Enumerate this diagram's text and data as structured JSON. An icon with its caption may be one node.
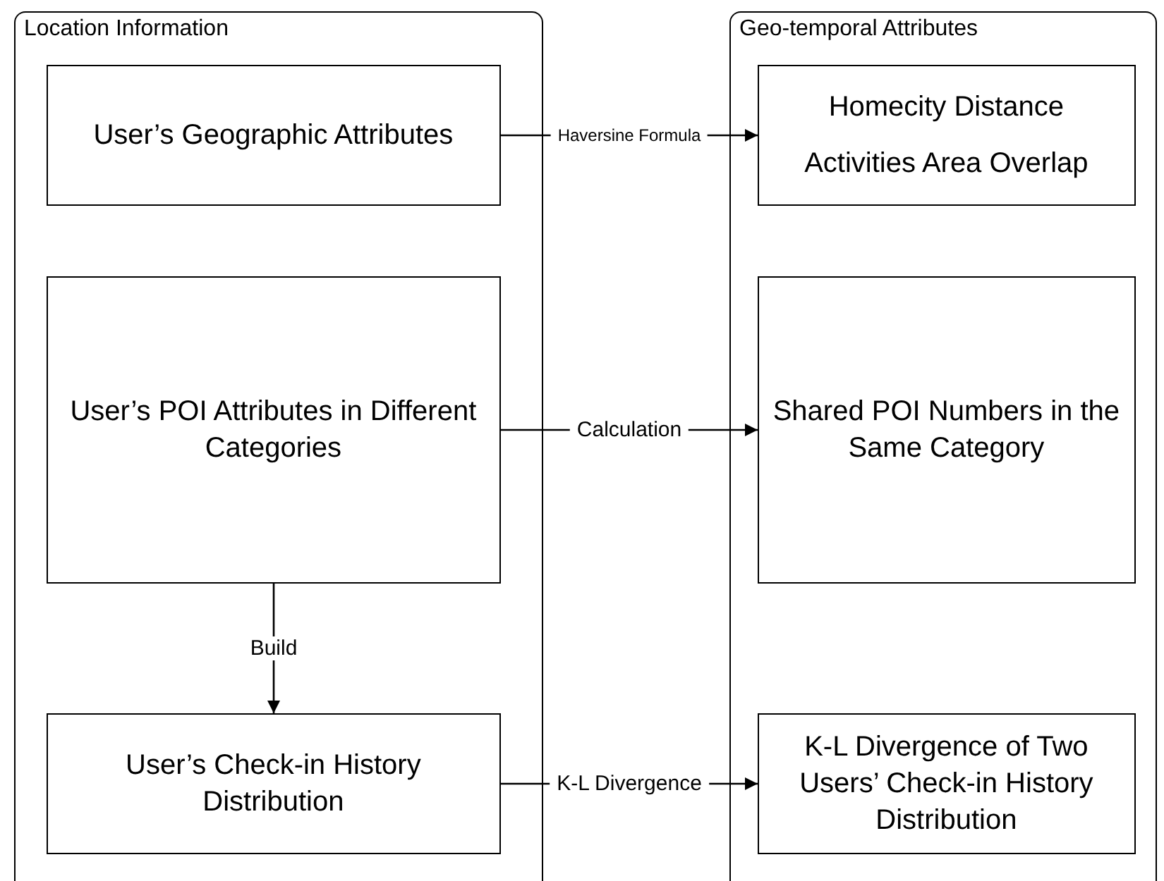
{
  "diagram": {
    "nodes": [
      {
        "text": [
          "Location Information"
        ]
      },
      {
        "text": [
          "User’s Geographic Attributes"
        ],
        "in": 0
      },
      {
        "text": [
          "User’s POI Attributes in Different Categories"
        ],
        "in": 0
      },
      {
        "text": [
          "User’s Check-in History Distribution"
        ],
        "in": 0
      },
      {
        "text": [
          "Geo-temporal Attributes"
        ]
      },
      {
        "text": [
          "Homecity Distance",
          "Activities Area Overlap"
        ],
        "in": 4
      },
      {
        "text": [
          "Shared POI Numbers in the Same Category"
        ],
        "in": 4
      },
      {
        "text": [
          "K-L Divergence of Two Users’ Check-in History Distribution"
        ],
        "in": 4
      }
    ],
    "edges": [
      {
        "from": 1,
        "to": 5,
        "arrow": "to",
        "label": "Haversine Formula"
      },
      {
        "from": 2,
        "to": 6,
        "arrow": "to",
        "label": "Calculation"
      },
      {
        "from": 2,
        "to": 3,
        "arrow": "to",
        "label": "Build"
      },
      {
        "from": 3,
        "to": 7,
        "arrow": "to",
        "label": "K-L Divergence"
      }
    ]
  }
}
